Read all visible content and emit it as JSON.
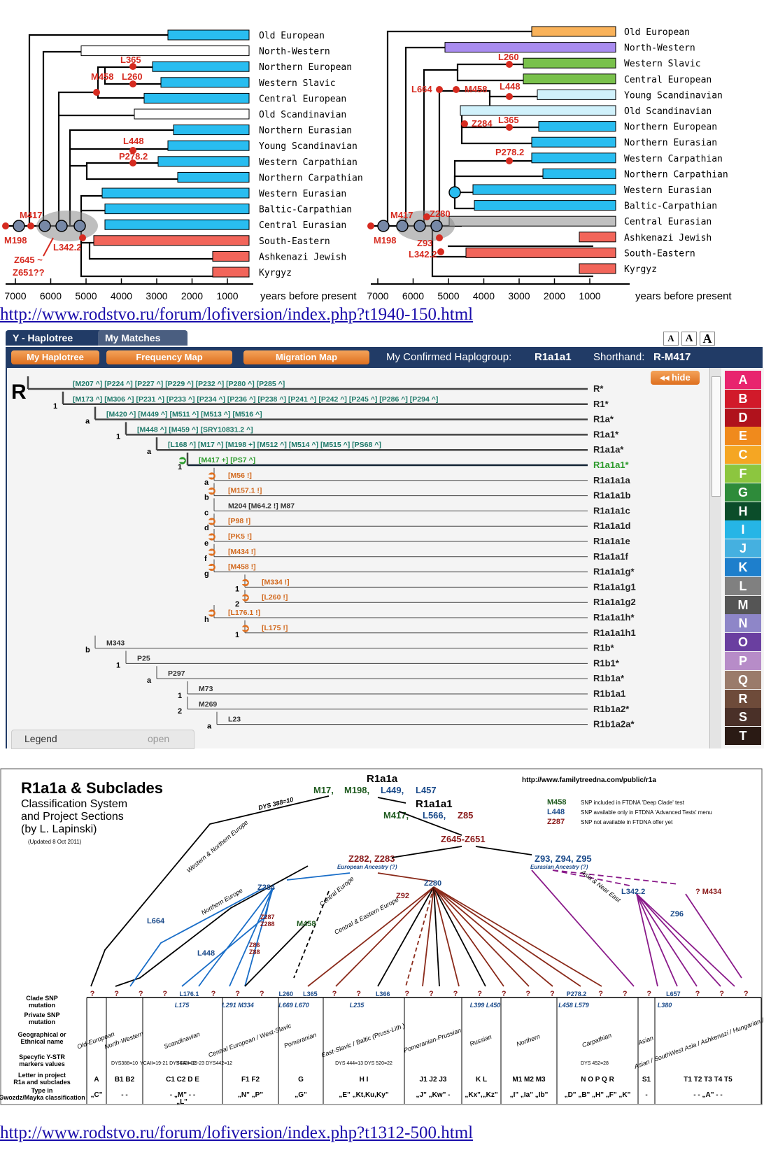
{
  "top_panels": {
    "year_label": "years before present",
    "x_ticks": [
      "7000",
      "6000",
      "5000",
      "4000",
      "3000",
      "2000",
      "1000"
    ],
    "left": {
      "leaves": [
        {
          "label": "Old European",
          "color": "#29bdf0"
        },
        {
          "label": "North-Western",
          "color": "#ffffff"
        },
        {
          "label": "Northern European",
          "color": "#29bdf0"
        },
        {
          "label": "Western Slavic",
          "color": "#29bdf0"
        },
        {
          "label": "Central European",
          "color": "#29bdf0"
        },
        {
          "label": "Old Scandinavian",
          "color": "#ffffff"
        },
        {
          "label": "Northern Eurasian",
          "color": "#29bdf0"
        },
        {
          "label": "Young Scandinavian",
          "color": "#29bdf0"
        },
        {
          "label": "Western Carpathian",
          "color": "#29bdf0"
        },
        {
          "label": "Northern Carpathian",
          "color": "#29bdf0"
        },
        {
          "label": "Western Eurasian",
          "color": "#29bdf0"
        },
        {
          "label": "Baltic-Carpathian",
          "color": "#29bdf0"
        },
        {
          "label": "Central Eurasian",
          "color": "#29bdf0"
        },
        {
          "label": "South-Eastern",
          "color": "#f2655a"
        },
        {
          "label": "Ashkenazi Jewish",
          "color": "#f2655a"
        },
        {
          "label": "Kyrgyz",
          "color": "#f2655a"
        }
      ],
      "markers": [
        "L365",
        "M458",
        "L260",
        "L448",
        "P278.2",
        "M417",
        "M198",
        "L342.2",
        "Z645 ~",
        "Z651??"
      ]
    },
    "right": {
      "leaves": [
        {
          "label": "Old European",
          "color": "#f9b25a"
        },
        {
          "label": "North-Western",
          "color": "#a98cf0"
        },
        {
          "label": "Western Slavic",
          "color": "#79c14b"
        },
        {
          "label": "Central European",
          "color": "#79c14b"
        },
        {
          "label": "Young Scandinavian",
          "color": "#d0f1fb"
        },
        {
          "label": "Old Scandinavian",
          "color": "#d0f1fb"
        },
        {
          "label": "Northern European",
          "color": "#29bdf0"
        },
        {
          "label": "Northern Eurasian",
          "color": "#29bdf0"
        },
        {
          "label": "Western Carpathian",
          "color": "#29bdf0"
        },
        {
          "label": "Northern Carpathian",
          "color": "#29bdf0"
        },
        {
          "label": "Western Eurasian",
          "color": "#29bdf0"
        },
        {
          "label": "Baltic-Carpathian",
          "color": "#29bdf0"
        },
        {
          "label": "Central Eurasian",
          "color": "#c0c0c0"
        },
        {
          "label": "Ashkenazi Jewish",
          "color": "#f2655a"
        },
        {
          "label": "South-Eastern",
          "color": "#f2655a"
        },
        {
          "label": "Kyrgyz",
          "color": "#f2655a"
        }
      ],
      "markers": [
        "L260",
        "L664",
        "M458",
        "L448",
        "Z284",
        "L365",
        "P278.2",
        "M417",
        "Z280",
        "M198",
        "Z93",
        "L342.2"
      ]
    }
  },
  "link1": "http://www.rodstvo.ru/forum/lofiversion/index.php?t1940-150.html",
  "haplotree": {
    "tabs": [
      "Y - Haplotree",
      "My Matches"
    ],
    "font_sizes": [
      "A",
      "A",
      "A"
    ],
    "nav_buttons": [
      "My Haplotree",
      "Frequency Map",
      "Migration Map"
    ],
    "confirmed_label": "My Confirmed Haplogroup:",
    "confirmed_value": "R1a1a1",
    "shorthand_label": "Shorthand:",
    "shorthand_value": "R-M417",
    "hide_button": "◂◂ hide",
    "root": "R",
    "rows": [
      {
        "snps": "[M207 ^] [P224 ^] [P227 ^] [P229 ^] [P232 ^] [P280 ^] [P285 ^]",
        "name": "R*",
        "idx": "",
        "color": "#1f7a6a"
      },
      {
        "snps": "[M173 ^] [M306 ^] [P231 ^] [P233 ^] [P234 ^] [P236 ^] [P238 ^] [P241 ^] [P242 ^] [P245 ^] [P286 ^] [P294 ^]",
        "name": "R1*",
        "idx": "1",
        "color": "#1f7a6a"
      },
      {
        "snps": "[M420 ^] [M449 ^] [M511 ^] [M513 ^] [M516 ^]",
        "name": "R1a*",
        "idx": "a",
        "color": "#1f7a6a"
      },
      {
        "snps": "[M448 ^] [M459 ^] [SRY10831.2 ^]",
        "name": "R1a1*",
        "idx": "1",
        "color": "#1f7a6a"
      },
      {
        "snps": "[L168 ^] [M17 ^] [M198 +] [M512 ^] [M514 ^] [M515 ^] [PS68 ^]",
        "name": "R1a1a*",
        "idx": "a",
        "color": "#1f7a6a"
      },
      {
        "snps": "[M417 +] [PS7 ^]",
        "name": "R1a1a1*",
        "idx": "1",
        "color": "#2a9a2a"
      },
      {
        "snps": "[M56 !]",
        "name": "R1a1a1a",
        "idx": "a",
        "color": "#d2691e"
      },
      {
        "snps": "[M157.1 !]",
        "name": "R1a1a1b",
        "idx": "b",
        "color": "#d2691e"
      },
      {
        "snps": "M204 [M64.2 !] M87",
        "name": "R1a1a1c",
        "idx": "c",
        "color": "#333333"
      },
      {
        "snps": "[P98 !]",
        "name": "R1a1a1d",
        "idx": "d",
        "color": "#d2691e"
      },
      {
        "snps": "[PK5 !]",
        "name": "R1a1a1e",
        "idx": "e",
        "color": "#d2691e"
      },
      {
        "snps": "[M434 !]",
        "name": "R1a1a1f",
        "idx": "f",
        "color": "#d2691e"
      },
      {
        "snps": "[M458 !]",
        "name": "R1a1a1g*",
        "idx": "g",
        "color": "#d2691e"
      },
      {
        "snps": "[M334 !]",
        "name": "R1a1a1g1",
        "idx": "1",
        "color": "#d2691e"
      },
      {
        "snps": "[L260 !]",
        "name": "R1a1a1g2",
        "idx": "2",
        "color": "#d2691e"
      },
      {
        "snps": "[L176.1 !]",
        "name": "R1a1a1h*",
        "idx": "h",
        "color": "#d2691e"
      },
      {
        "snps": "[L175 !]",
        "name": "R1a1a1h1",
        "idx": "1",
        "color": "#d2691e"
      },
      {
        "snps": "M343",
        "name": "R1b*",
        "idx": "b",
        "color": "#333333"
      },
      {
        "snps": "P25",
        "name": "R1b1*",
        "idx": "1",
        "color": "#333333"
      },
      {
        "snps": "P297",
        "name": "R1b1a*",
        "idx": "a",
        "color": "#333333"
      },
      {
        "snps": "M73",
        "name": "R1b1a1",
        "idx": "1",
        "color": "#333333"
      },
      {
        "snps": "M269",
        "name": "R1b1a2*",
        "idx": "2",
        "color": "#333333"
      },
      {
        "snps": "L23",
        "name": "R1b1a2a*",
        "idx": "a",
        "color": "#333333"
      }
    ],
    "letters": [
      {
        "l": "A",
        "c": "#e8246e"
      },
      {
        "l": "B",
        "c": "#d11a2a"
      },
      {
        "l": "D",
        "c": "#b0121c"
      },
      {
        "l": "E",
        "c": "#f08a1c"
      },
      {
        "l": "C",
        "c": "#f5a623"
      },
      {
        "l": "F",
        "c": "#8cc63f"
      },
      {
        "l": "G",
        "c": "#2e8b3a"
      },
      {
        "l": "H",
        "c": "#0b4d2a"
      },
      {
        "l": "I",
        "c": "#26b5e6"
      },
      {
        "l": "J",
        "c": "#45b0e0"
      },
      {
        "l": "K",
        "c": "#1e7fcc"
      },
      {
        "l": "L",
        "c": "#808080"
      },
      {
        "l": "M",
        "c": "#555555"
      },
      {
        "l": "N",
        "c": "#8e86c8"
      },
      {
        "l": "O",
        "c": "#6a3fa0"
      },
      {
        "l": "P",
        "c": "#b78cc8"
      },
      {
        "l": "Q",
        "c": "#9a7b6b"
      },
      {
        "l": "R",
        "c": "#6e4b3a"
      },
      {
        "l": "S",
        "c": "#4a3028"
      },
      {
        "l": "T",
        "c": "#2a1a14"
      }
    ],
    "legend": "Legend",
    "legend_open": "open"
  },
  "subclades": {
    "title": "R1a1a & Subclades",
    "subtitle_lines": [
      "Classification System",
      "and Project Sections",
      "(by L. Lapinski)"
    ],
    "updated": "(Updated 8 Oct 2011)",
    "url": "http://www.familytreedna.com/public/r1a",
    "top_node": "R1a1a",
    "top_snps": [
      "M17,",
      "M198,",
      "L449,",
      "L457"
    ],
    "node2": "R1a1a1",
    "node2_snps": [
      "M417,",
      "L566,",
      "Z85"
    ],
    "z645": "Z645-Z651",
    "left_node": "Z282, Z283",
    "left_sub": "European Ancestry (?)",
    "right_node": "Z93, Z94, Z95",
    "right_sub": "Eurasian Ancestry (?)",
    "dys388": "DYS 388=10",
    "key": [
      {
        "code": "M458",
        "text": "SNP included in FTDNA 'Deep Clade' test",
        "color": "#1e5a1e"
      },
      {
        "code": "L448",
        "text": "SNP available only in FTDNA 'Advanced Tests' menu",
        "color": "#1a4a8a"
      },
      {
        "code": "Z287",
        "text": "SNP not available in FTDNA offer yet",
        "color": "#8a1a1a"
      }
    ],
    "mid_nodes": [
      "Z284",
      "Z280",
      "L664",
      "L448",
      "M458",
      "Z92",
      "L342.2",
      "Z96",
      "? M434",
      "Z287",
      "Z288",
      "Z86",
      "Z88"
    ],
    "branch_labels": [
      "Western & Northern Europe",
      "Northern Europe",
      "Central Europe",
      "Central & Eastern Europe",
      "Asia & Near East"
    ],
    "row_headers": [
      "Clade SNP mutation",
      "Private SNP mutation",
      "Geographical or Ethnical name",
      "Specyfic Y-STR markers values",
      "Letter in project R1a and subclades",
      "Type in Gwozdz/Mayka classification"
    ],
    "clade_snps": [
      "?",
      "?",
      "?",
      "?",
      "L176.1",
      "?",
      "?",
      "?",
      "L260",
      "L365",
      "?",
      "?",
      "L366",
      "?",
      "?",
      "?",
      "?",
      "?",
      "?",
      "?",
      "P278.2",
      "?",
      "?",
      "?",
      "L657",
      "?",
      "?",
      "?"
    ],
    "groups": [
      {
        "geo": "Old-European",
        "letters": "A",
        "type": "„C\""
      },
      {
        "geo": "North-Western",
        "letters": "B1 B2",
        "type": "- -"
      },
      {
        "geo": "Scandinavian",
        "letters": "C1 C2 D E",
        "type": "- „M\" - -"
      },
      {
        "geo": "Central European / West-Slavic",
        "letters": "F1 F2",
        "type": "„N\" „P\""
      },
      {
        "geo": "Pomeranian",
        "letters": "G",
        "type": "„G\""
      },
      {
        "geo": "East-Slavic / Baltic (Pruss-Lith.)",
        "letters": "H I",
        "type": "„E\" „Kt,Ku,Ky\""
      },
      {
        "geo": "Pomeranian-Prussian",
        "letters": "J1 J2 J3",
        "type": "„J\" „Kw\" -"
      },
      {
        "geo": "Russian",
        "letters": "K L",
        "type": "„Kx\",„Kz\""
      },
      {
        "geo": "Northern",
        "letters": "M1 M2 M3",
        "type": "„I\" „Ia\" „Ib\""
      },
      {
        "geo": "Carpathian",
        "letters": "N O P Q R",
        "type": "„D\" „B\" „H\" „F\" „K\""
      },
      {
        "geo": "Asian",
        "letters": "S1",
        "type": "-"
      },
      {
        "geo": "Asian / SouthWest Asia / Ashkenazi / Hungarian / Kirgiz",
        "letters": "T1 T2 T3 T4 T5",
        "type": "- - „A\" - -"
      }
    ],
    "str_notes": [
      "DYS388=10",
      "YCAII=19-21 DYS442=12",
      "YCAII=19-23 DYS442=12",
      "DYS 444=13 DYS 520=22",
      "DYS 452=28"
    ],
    "private_snps": [
      "L175",
      "L291 M334",
      "L669 L670",
      "L235",
      "L399",
      "L450",
      "L458 L579",
      "L380"
    ],
    "group_L": "„L\""
  },
  "link2": "http://www.rodstvo.ru/forum/lofiversion/index.php?t1312-500.html"
}
